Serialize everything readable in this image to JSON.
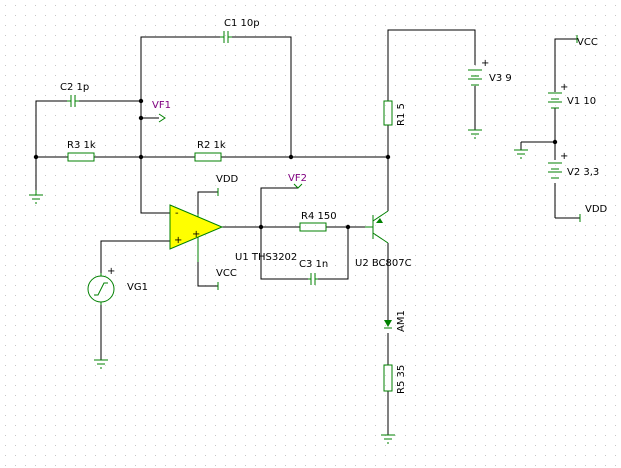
{
  "components": {
    "c1": "C1 10p",
    "c2": "C2 1p",
    "c3": "C3 1n",
    "r1": "R1 5",
    "r2": "R2 1k",
    "r3": "R3 1k",
    "r4": "R4 150",
    "r5": "R5 35",
    "v1": "V1 10",
    "v2": "V2 3,3",
    "v3": "V3 9",
    "vg1": "VG1",
    "u1": "U1 THS3202",
    "u2": "U2 BC807C",
    "am1": "AM1"
  },
  "probes": {
    "vf1": "VF1",
    "vf2": "VF2"
  },
  "rails": {
    "vdd_top": "VDD",
    "vcc_bottom": "VCC",
    "vcc_right": "VCC",
    "vdd_right": "VDD"
  },
  "pin_marks": {
    "plus": "+",
    "minus": "-"
  },
  "colors": {
    "wire": "#000000",
    "component": "#008000",
    "opamp_fill": "#ffff00",
    "probe_label": "#800080"
  }
}
